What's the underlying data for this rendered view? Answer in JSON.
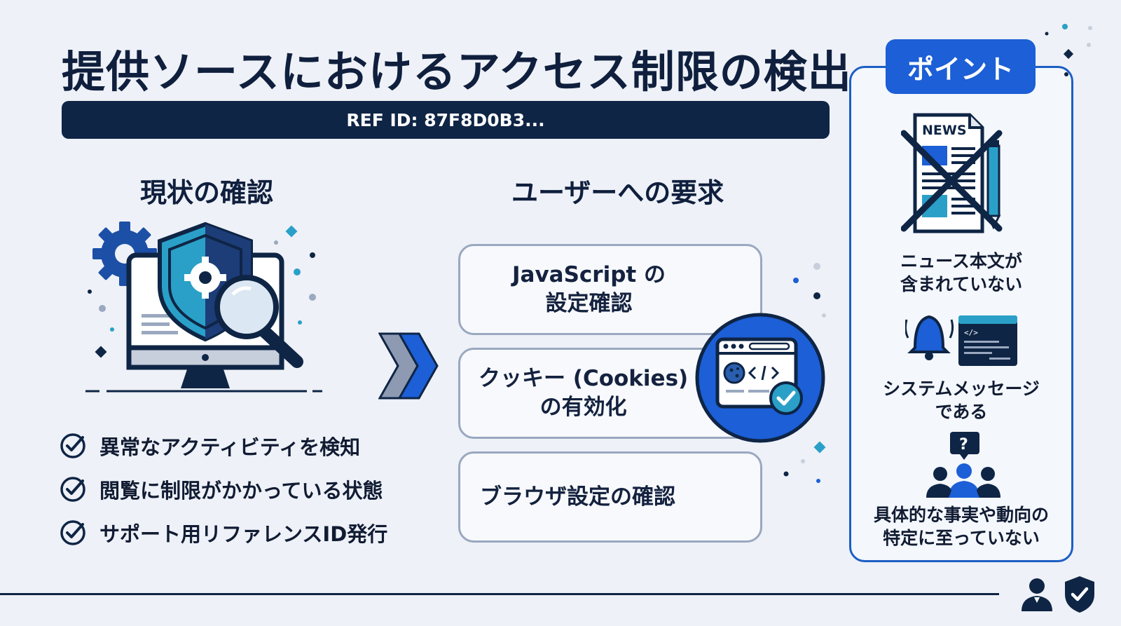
{
  "title": "提供ソースにおけるアクセス制限の検出",
  "ref_id": "REF ID: 87F8D0B3...",
  "status_section": {
    "heading": "現状の確認",
    "checks": [
      "異常なアクティビティを検知",
      "閲覧に制限がかかっている状態",
      "サポート用リファレンスID発行"
    ]
  },
  "request_section": {
    "heading": "ユーザーへの要求",
    "cards": [
      {
        "line1": "JavaScript の",
        "line2": "設定確認"
      },
      {
        "line1": "クッキー (Cookies)",
        "line2": "の有効化"
      },
      {
        "line1": "ブラウザ設定の確認",
        "line2": ""
      }
    ]
  },
  "point_panel": {
    "badge": "ポイント",
    "items": [
      {
        "line1": "ニュース本文が",
        "line2": "含まれていない",
        "icon": "crossed-news-icon"
      },
      {
        "line1": "システムメッセージ",
        "line2": "である",
        "icon": "bell-console-icon"
      },
      {
        "line1": "具体的な事実や動向の",
        "line2": "特定に至っていない",
        "icon": "people-question-icon"
      }
    ],
    "news_label": "NEWS",
    "question_mark": "?"
  },
  "colors": {
    "navy": "#0f2545",
    "accent_blue": "#1c5fd6",
    "teal": "#2aa0c8",
    "background": "#eef1f7"
  }
}
